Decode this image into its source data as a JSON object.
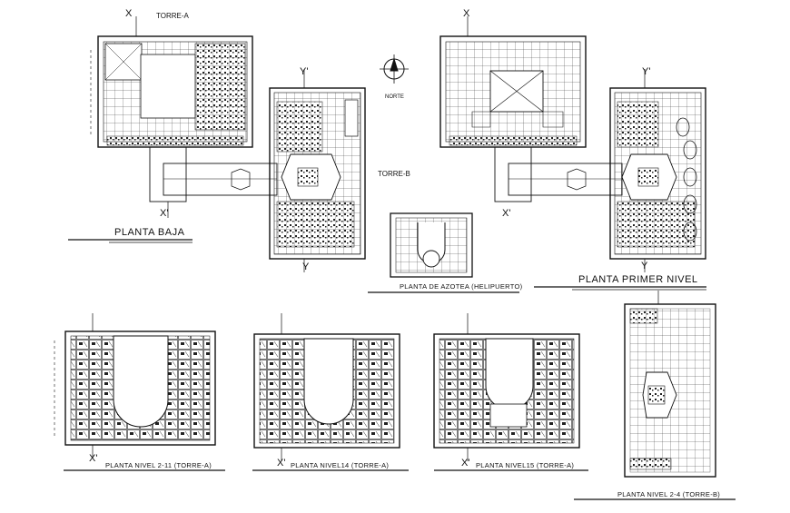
{
  "labels": {
    "torre_a": "TORRE-A",
    "torre_b": "TORRE-B",
    "norte": "NORTE",
    "planta_baja": "PLANTA BAJA",
    "planta_azotea": "PLANTA DE AZOTEA (HELIPUERTO)",
    "planta_primer_nivel": "PLANTA PRIMER NIVEL",
    "nivel_2_11": "PLANTA NIVEL 2-11 (TORRE-A)",
    "nivel_14": "PLANTA NIVEL14 (TORRE-A)",
    "nivel_15": "PLANTA NIVEL15 (TORRE-A)",
    "nivel_2_4_b": "PLANTA NIVEL 2-4 (TORRE-B)"
  },
  "axes": {
    "x": "X",
    "x_prime": "X'",
    "y": "Y",
    "y_prime": "Y'"
  },
  "colors": {
    "line": "#111111",
    "background": "#ffffff"
  }
}
